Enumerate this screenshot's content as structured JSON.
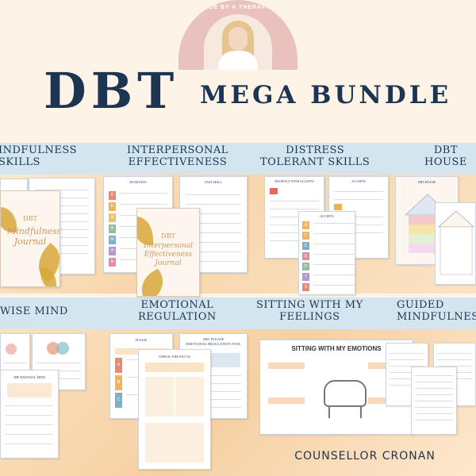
{
  "badge": {
    "text": "MADE BY A THERAPIST"
  },
  "title": {
    "main": "DBT",
    "sub": "MEGA BUNDLE"
  },
  "sections": {
    "mindfulness": "INDFULNESS\nSKILLS",
    "interpersonal": "INTERPERSONAL\nEFFECTIVENESS",
    "distress": "DISTRESS\nTOLERANT SKILLS",
    "house": "DBT\nHOUSE",
    "wise_mind": "WISE MIND",
    "emotional": "EMOTIONAL\nREGULATION",
    "sitting": "SITTING WITH MY\nFEELINGS",
    "guided": "GUIDED\nMINDFULNESS"
  },
  "covers": {
    "mindfulness": {
      "label": "DBT",
      "title": "Mindfulness Journal"
    },
    "interpersonal": {
      "label": "DBT",
      "title": "Interpersonal Effectiveness Journal"
    }
  },
  "worksheets": {
    "abc_please": "ABC PLEASE\nEMOTIONAL REGULATION TOOL",
    "check_facts": "CHECK THE FACTS",
    "sitting_emotions": "SITTING WITH MY EMOTIONS",
    "dbt_house": "DBT HOUSE",
    "accepts": "ACCEPTS",
    "distract": "DISTRACT WITH ACCEPTS",
    "fast_skill": "FAST SKILL",
    "dear_man": "DEAR MAN",
    "rational_mind": "THE RATIONAL MIND",
    "please": "PLEASE"
  },
  "dear_man_letters": [
    "D",
    "E",
    "A",
    "R",
    "M",
    "A",
    "N"
  ],
  "accepts_letters": [
    "A",
    "C",
    "C",
    "E",
    "P",
    "T",
    "S"
  ],
  "abc_letters": [
    "A",
    "B",
    "C"
  ],
  "footer": "COUNSELLOR CRONAN",
  "colors": {
    "navy": "#1c3553",
    "band": "#d3e6ef",
    "peach": "#f5d3a9",
    "gold": "#d7a73a",
    "rose": "#e9c2bd"
  }
}
